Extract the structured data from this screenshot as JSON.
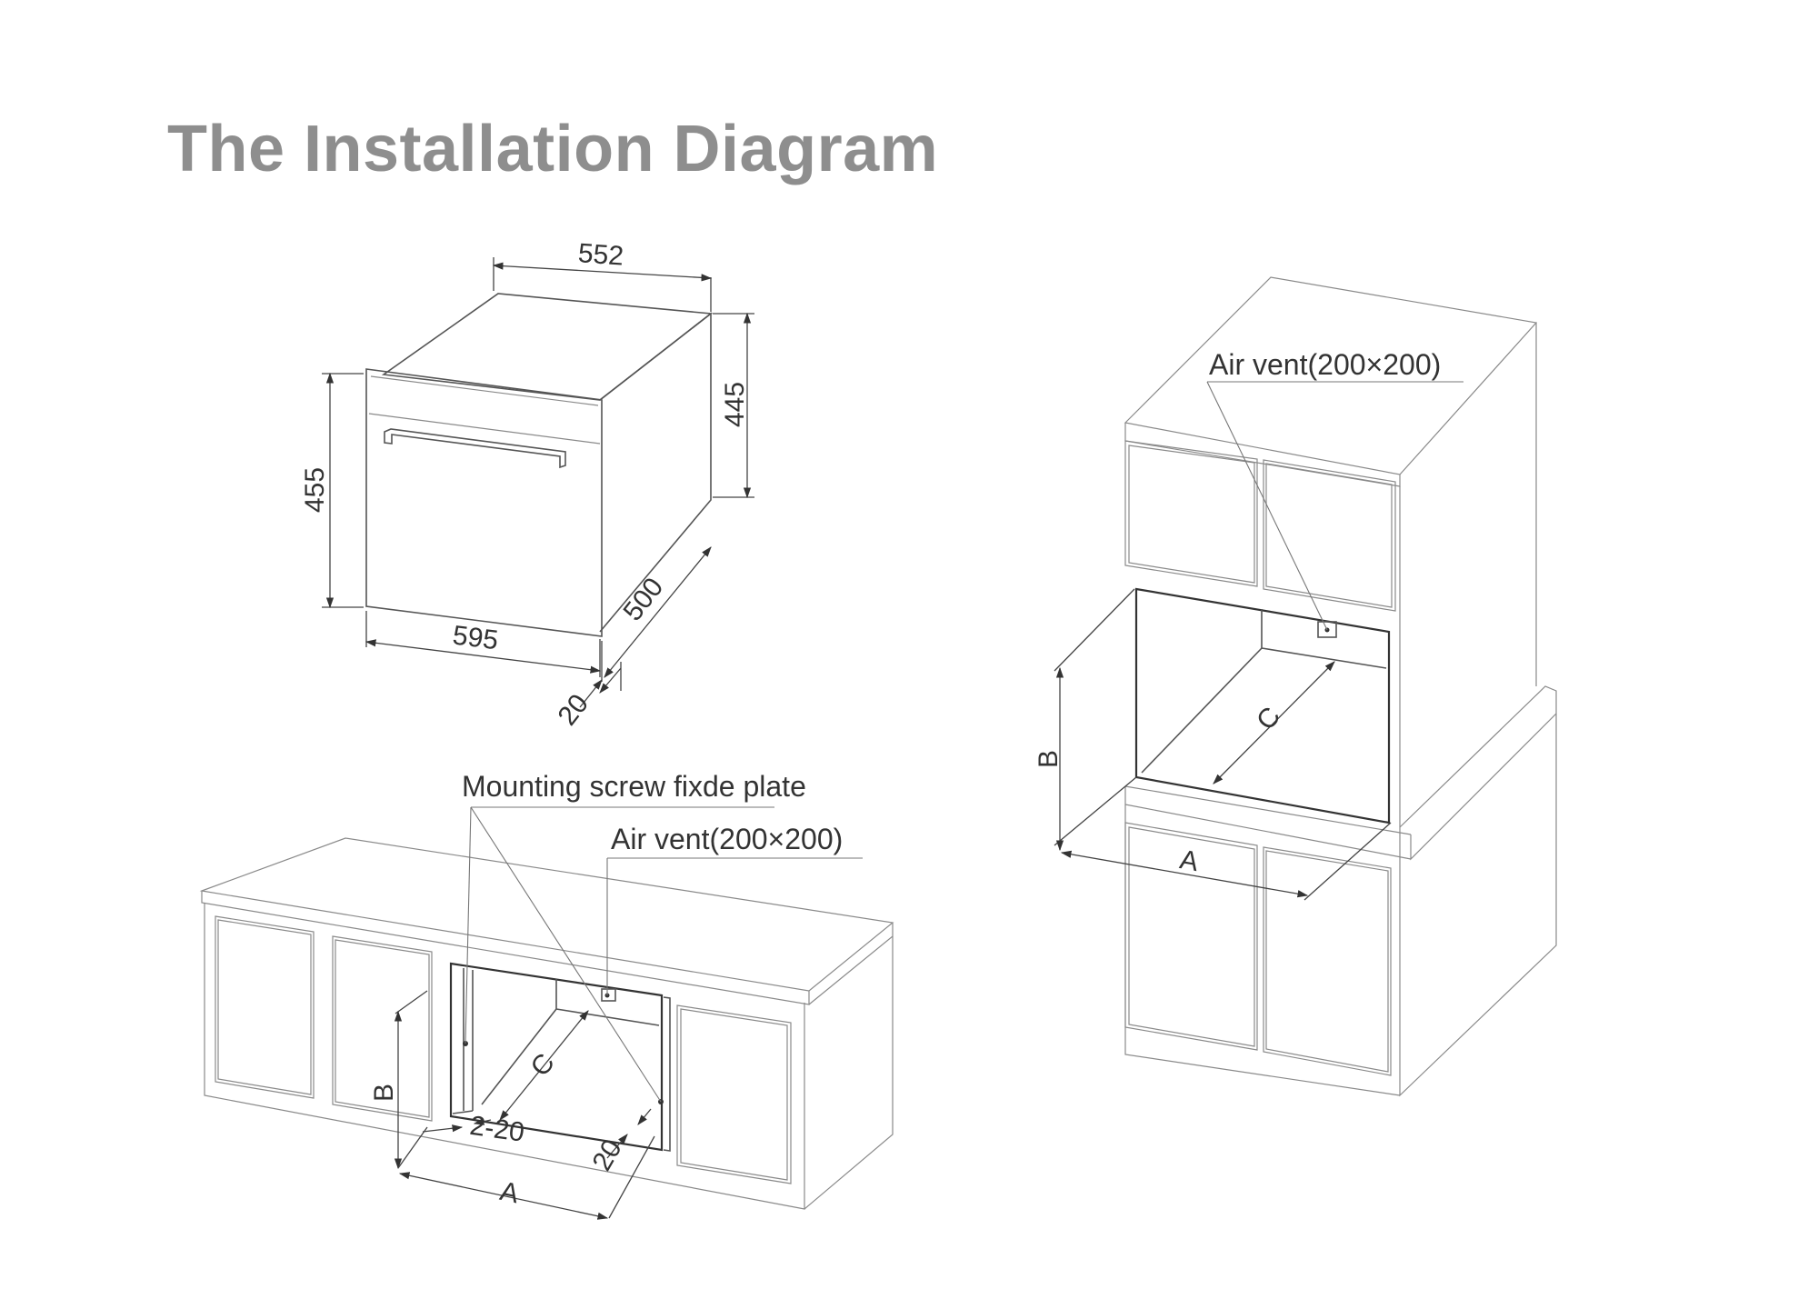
{
  "title": "The Installation Diagram",
  "oven": {
    "dims": {
      "top_width": "552",
      "side_height": "445",
      "front_height": "455",
      "front_width": "595",
      "depth": "500",
      "front_offset": "20"
    }
  },
  "undercounter": {
    "labels": {
      "mounting_plate": "Mounting screw fixde plate",
      "air_vent": "Air vent(200×200)",
      "dim_a": "A",
      "dim_b": "B",
      "dim_c": "C",
      "gap_left": "2-20",
      "gap_right": "20"
    }
  },
  "tall_cabinet": {
    "labels": {
      "air_vent": "Air vent(200×200)",
      "dim_a": "A",
      "dim_b": "B",
      "dim_c": "C"
    }
  }
}
